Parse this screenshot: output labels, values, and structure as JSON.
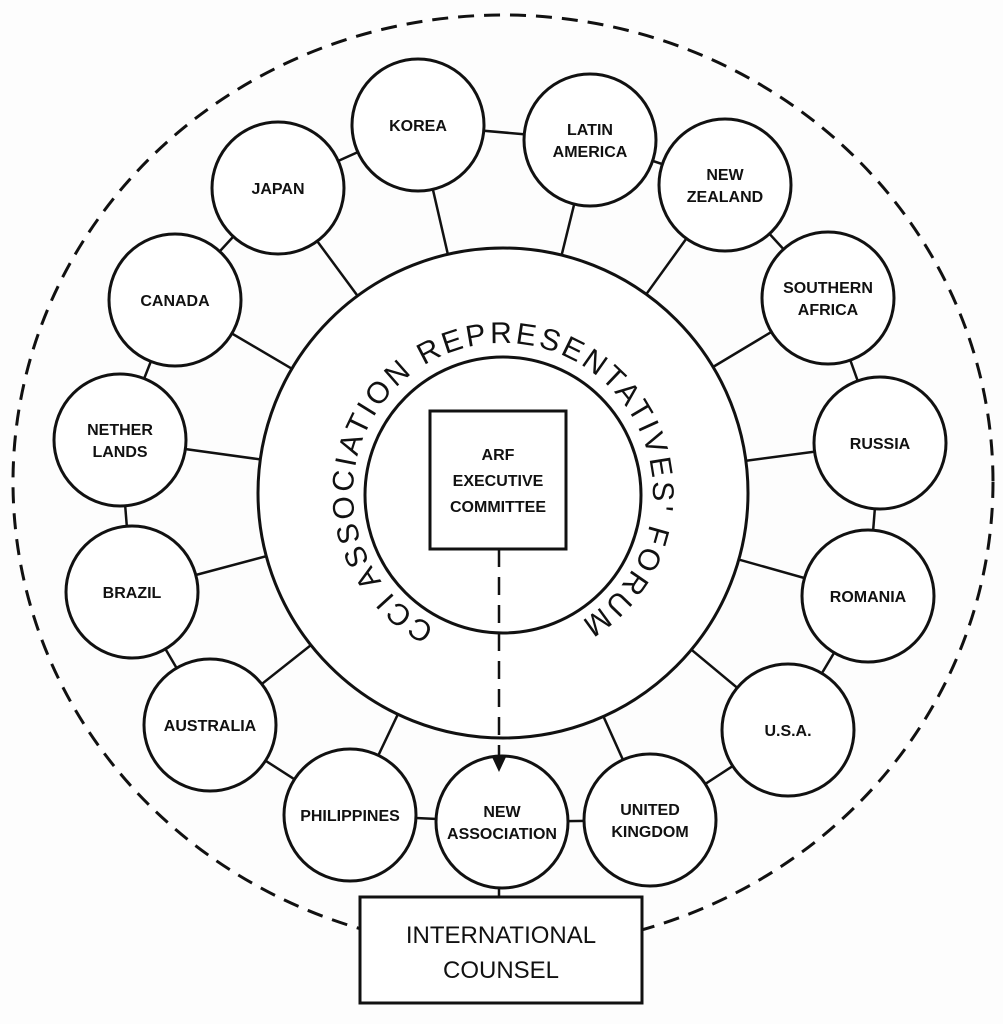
{
  "title_ring": "CCI ASSOCIATION REPRESENTATIVES' FORUM",
  "center_box": [
    "ARF",
    "EXECUTIVE",
    "COMMITTEE"
  ],
  "bottom_box": [
    "INTERNATIONAL",
    "COUNSEL"
  ],
  "members": [
    {
      "lines": [
        "KOREA"
      ]
    },
    {
      "lines": [
        "LATIN",
        "AMERICA"
      ]
    },
    {
      "lines": [
        "NEW",
        "ZEALAND"
      ]
    },
    {
      "lines": [
        "SOUTHERN",
        "AFRICA"
      ]
    },
    {
      "lines": [
        "RUSSIA"
      ]
    },
    {
      "lines": [
        "ROMANIA"
      ]
    },
    {
      "lines": [
        "U.S.A."
      ]
    },
    {
      "lines": [
        "UNITED",
        "KINGDOM"
      ]
    },
    {
      "lines": [
        "NEW",
        "ASSOCIATION"
      ]
    },
    {
      "lines": [
        "PHILIPPINES"
      ]
    },
    {
      "lines": [
        "AUSTRALIA"
      ]
    },
    {
      "lines": [
        "BRAZIL"
      ]
    },
    {
      "lines": [
        "NETHER",
        "LANDS"
      ]
    },
    {
      "lines": [
        "CANADA"
      ]
    },
    {
      "lines": [
        "JAPAN"
      ]
    }
  ]
}
